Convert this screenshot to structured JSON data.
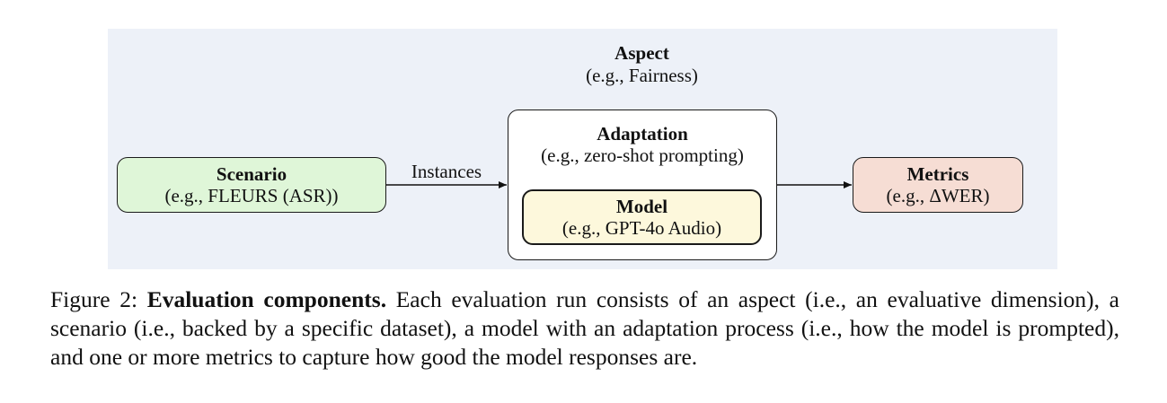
{
  "aspect": {
    "title": "Aspect",
    "example": "(e.g., Fairness)"
  },
  "scenario": {
    "title": "Scenario",
    "example": "(e.g., FLEURS (ASR))"
  },
  "edge_label": "Instances",
  "adaptation": {
    "title": "Adaptation",
    "example": "(e.g., zero-shot prompting)"
  },
  "model": {
    "title": "Model",
    "example": "(e.g., GPT-4o Audio)"
  },
  "metrics": {
    "title": "Metrics",
    "example": "(e.g., ΔWER)"
  },
  "caption": {
    "label": "Figure 2:",
    "heading": "Evaluation components.",
    "text": "Each evaluation run consists of an aspect (i.e., an evaluative dimension), a scenario (i.e., backed by a specific dataset), a model with an adaptation process (i.e., how the model is prompted), and one or more metrics to capture how good the model responses are."
  },
  "colors": {
    "panel": "#edf1f8",
    "scenario": "#dff6d8",
    "model": "#fdf8dc",
    "metrics": "#f6ddd4"
  }
}
